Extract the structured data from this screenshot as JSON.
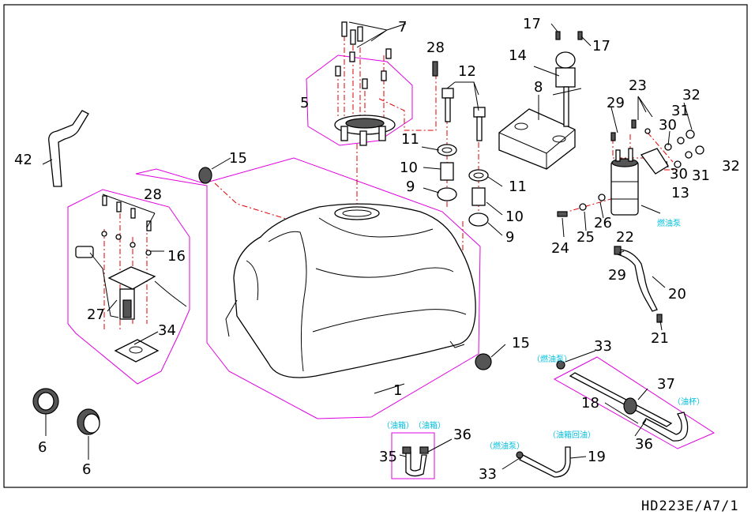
{
  "drawing_code": "HD223E/A7/1",
  "callouts": [
    "1",
    "5",
    "6",
    "6",
    "7",
    "8",
    "9",
    "9",
    "10",
    "10",
    "11",
    "11",
    "12",
    "13",
    "14",
    "15",
    "15",
    "16",
    "17",
    "17",
    "18",
    "19",
    "20",
    "21",
    "22",
    "23",
    "24",
    "25",
    "26",
    "27",
    "28",
    "28",
    "29",
    "29",
    "30",
    "30",
    "31",
    "31",
    "32",
    "32",
    "33",
    "33",
    "34",
    "35",
    "36",
    "36",
    "37",
    "42"
  ],
  "labels": {
    "fuel_pump": "燃油泵",
    "fuel_tank_a": "（油箱）",
    "fuel_tank_b": "（油箱）",
    "fuel_pump_a": "（燃油泵）",
    "fuel_pump_b": "（燃油泵）",
    "fuel_return": "（油箱回油）",
    "fuel_rail": "（油杯）"
  }
}
